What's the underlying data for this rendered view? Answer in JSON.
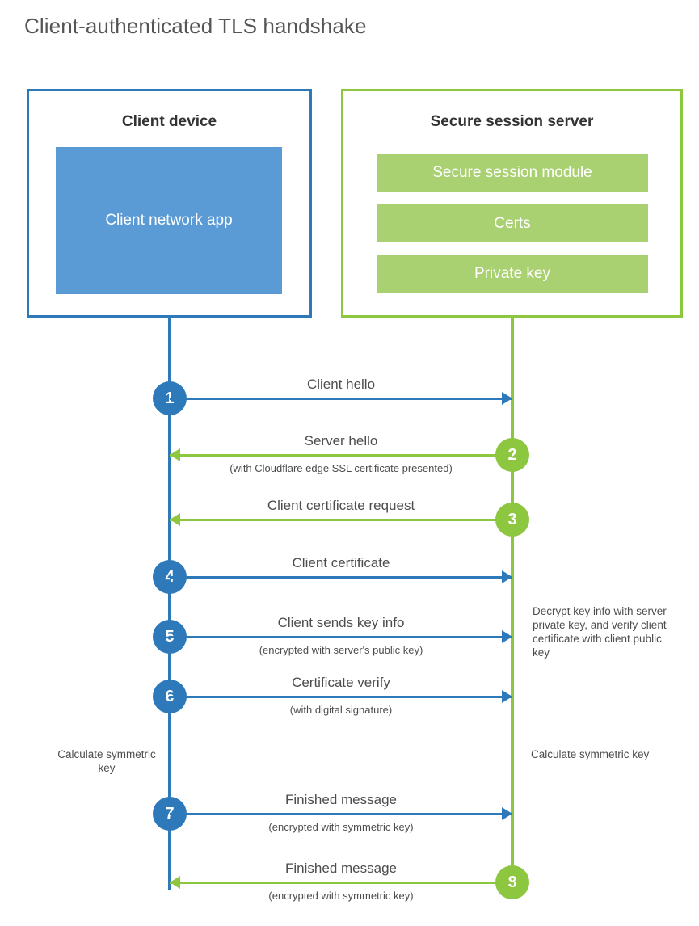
{
  "title": "Client-authenticated TLS handshake",
  "colors": {
    "client_blue": "#2e79b9",
    "client_app_fill": "#5b9bd5",
    "server_green": "#8dc63f",
    "server_block_fill": "#a9d071",
    "text": "#4d4d4d",
    "title_text": "#555555"
  },
  "parties": {
    "client": {
      "title": "Client device",
      "app_label": "Client network app"
    },
    "server": {
      "title": "Secure session server",
      "blocks": [
        "Secure session module",
        "Certs",
        "Private key"
      ]
    }
  },
  "steps": [
    {
      "number": "1",
      "side": "client",
      "direction": "right",
      "label": "Client hello",
      "sub": ""
    },
    {
      "number": "2",
      "side": "server",
      "direction": "left",
      "label": "Server hello",
      "sub": "(with Cloudflare edge SSL certificate presented)"
    },
    {
      "number": "3",
      "side": "server",
      "direction": "left",
      "label": "Client certificate request",
      "sub": ""
    },
    {
      "number": "4",
      "side": "client",
      "direction": "right",
      "label": "Client certificate",
      "sub": ""
    },
    {
      "number": "5",
      "side": "client",
      "direction": "right",
      "label": "Client sends key info",
      "sub": "(encrypted with server's public key)"
    },
    {
      "number": "6",
      "side": "client",
      "direction": "right",
      "label": "Certificate verify",
      "sub": "(with digital signature)"
    },
    {
      "number": "7",
      "side": "client",
      "direction": "right",
      "label": "Finished message",
      "sub": "(encrypted with symmetric key)"
    },
    {
      "number": "8",
      "side": "server",
      "direction": "left",
      "label": "Finished message",
      "sub": "(encrypted with symmetric key)"
    }
  ],
  "notes": {
    "decrypt": "Decrypt key info with server private key, and verify client certificate with client public key",
    "client_symmetric": "Calculate symmetric key",
    "server_symmetric": "Calculate symmetric key"
  }
}
